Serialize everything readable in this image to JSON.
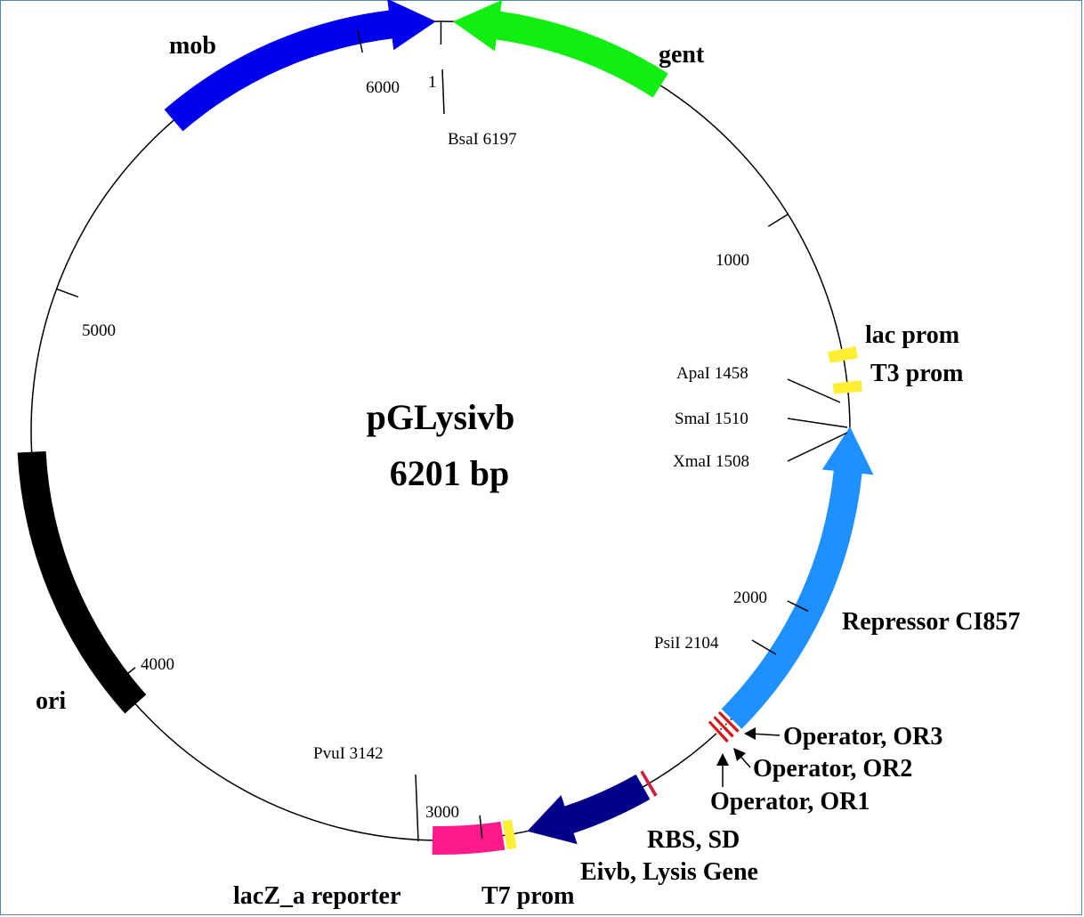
{
  "plasmid": {
    "name": "pGLysivb",
    "size_label": "6201 bp",
    "total_bp": 6201
  },
  "colors": {
    "mob": "#0000ee",
    "gent": "#11ee11",
    "repressor": "#1e90ff",
    "lysis": "#000088",
    "ori": "#000000",
    "lacz": "#ff1a8c",
    "promoter": "#ffee33",
    "operator": "#dd1111",
    "rbs": "#cc2244"
  },
  "features": [
    {
      "id": "mob",
      "label": "mob",
      "start": 5500,
      "end": 6190,
      "strand": "+",
      "color_key": "mob"
    },
    {
      "id": "gent",
      "label": "gent",
      "start": 30,
      "end": 560,
      "strand": "-",
      "color_key": "gent"
    },
    {
      "id": "repressor",
      "label": "Repressor CI857",
      "start": 1540,
      "end": 2320,
      "strand": "-",
      "color_key": "repressor"
    },
    {
      "id": "operator-or3",
      "label": "Operator, OR3",
      "start": 2325,
      "end": 2335,
      "strand": "",
      "color_key": "operator"
    },
    {
      "id": "operator-or2",
      "label": "Operator, OR2",
      "start": 2342,
      "end": 2352,
      "strand": "",
      "color_key": "operator"
    },
    {
      "id": "operator-or1",
      "label": "Operator, OR1",
      "start": 2359,
      "end": 2369,
      "strand": "",
      "color_key": "operator"
    },
    {
      "id": "rbs",
      "label": "RBS, SD",
      "start": 2570,
      "end": 2578,
      "strand": "",
      "color_key": "rbs"
    },
    {
      "id": "lysis-gene",
      "label": "Eivb, Lysis Gene",
      "start": 2590,
      "end": 2890,
      "strand": "+",
      "color_key": "lysis"
    },
    {
      "id": "t7-prom",
      "label": "T7 prom",
      "start": 2922,
      "end": 2945,
      "strand": "",
      "color_key": "promoter"
    },
    {
      "id": "lacz-reporter",
      "label": "lacZ_a reporter",
      "start": 2950,
      "end": 3120,
      "strand": "",
      "color_key": "lacz"
    },
    {
      "id": "ori",
      "label": "ori",
      "start": 3930,
      "end": 4600,
      "strand": "",
      "color_key": "ori"
    },
    {
      "id": "lac-prom",
      "label": "lac prom",
      "start": 1352,
      "end": 1380,
      "strand": "",
      "color_key": "promoter"
    },
    {
      "id": "t3-prom",
      "label": "T3 prom",
      "start": 1432,
      "end": 1458,
      "strand": "",
      "color_key": "promoter"
    }
  ],
  "sites": [
    {
      "id": "bsai",
      "label": "BsaI 6197",
      "pos": 6197
    },
    {
      "id": "apai",
      "label": "ApaI 1458",
      "pos": 1458
    },
    {
      "id": "smai",
      "label": "SmaI 1510",
      "pos": 1510
    },
    {
      "id": "xmai",
      "label": "XmaI 1508",
      "pos": 1508
    },
    {
      "id": "psii",
      "label": "PsiI 2104",
      "pos": 2104
    },
    {
      "id": "pvui",
      "label": "PvuI 3142",
      "pos": 3142
    }
  ],
  "ticks": [
    {
      "id": "tick-1",
      "label": "1",
      "pos": 1
    },
    {
      "id": "tick-1000",
      "label": "1000",
      "pos": 1000
    },
    {
      "id": "tick-2000",
      "label": "2000",
      "pos": 2000
    },
    {
      "id": "tick-3000",
      "label": "3000",
      "pos": 3000
    },
    {
      "id": "tick-4000",
      "label": "4000",
      "pos": 4000
    },
    {
      "id": "tick-5000",
      "label": "5000",
      "pos": 5000
    },
    {
      "id": "tick-6000",
      "label": "6000",
      "pos": 6000
    }
  ]
}
